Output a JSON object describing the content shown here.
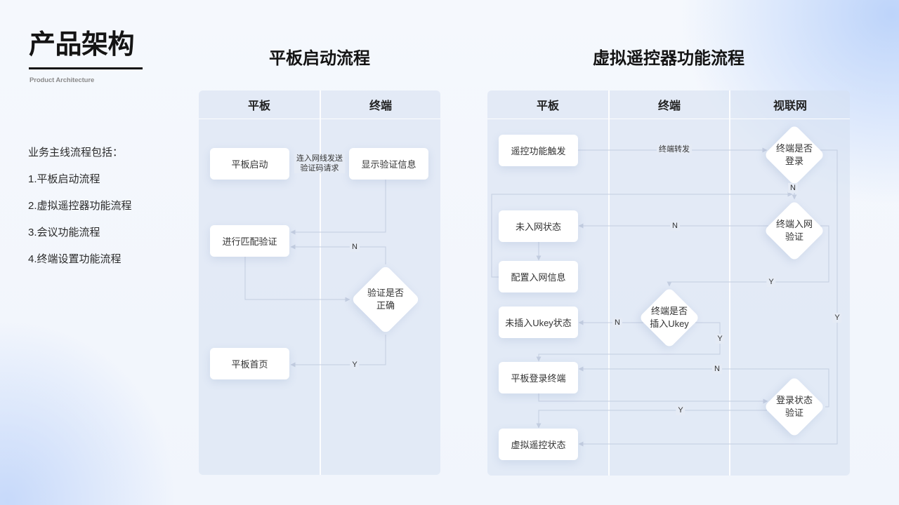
{
  "theme": {
    "text": "#262626",
    "heading": "#141414",
    "subtitle": "#8a8a8a",
    "connector": "#c3cde0",
    "node": "#ffffff",
    "panel": "#e5ebf5"
  },
  "header": {
    "title": "产品架构",
    "subtitle": "Product Architecture"
  },
  "intro": {
    "heading": "业务主线流程包括：",
    "items": [
      "1.平板启动流程",
      "2.虚拟遥控器功能流程",
      "3.会议功能流程",
      "4.终端设置功能流程"
    ]
  },
  "flow_tablet_boot": {
    "title": "平板启动流程",
    "lanes": [
      "平板",
      "终端"
    ],
    "nodes": {
      "tablet_start": "平板启动",
      "show_verify_info": "显示验证信息",
      "match_verify": "进行匹配验证",
      "verify_correct": "验证是否\n正确",
      "tablet_home": "平板首页"
    },
    "edges": {
      "connect_request": "连入网线发送\n验证码请求",
      "verify_no": "N",
      "verify_yes": "Y"
    }
  },
  "flow_virtual_remote": {
    "title": "虚拟遥控器功能流程",
    "lanes": [
      "平板",
      "终端",
      "视联网"
    ],
    "nodes": {
      "remote_trigger": "遥控功能触发",
      "terminal_logged_in": "终端是否\n登录",
      "not_networked": "未入网状态",
      "terminal_network_verify": "终端入网\n验证",
      "configure_network": "配置入网信息",
      "ukey_inserted": "终端是否\n插入Ukey",
      "no_ukey": "未插入Ukey状态",
      "tablet_login": "平板登录终端",
      "login_verify": "登录状态\n验证",
      "virtual_remote": "虚拟遥控状态"
    },
    "edges": {
      "terminal_forward": "终端转发",
      "logged_in_no": "N",
      "network_verify_no": "N",
      "network_verify_yes": "Y",
      "logged_in_yes": "Y",
      "ukey_no": "N",
      "ukey_yes": "Y",
      "login_verify_no": "N",
      "login_verify_yes": "Y"
    }
  }
}
